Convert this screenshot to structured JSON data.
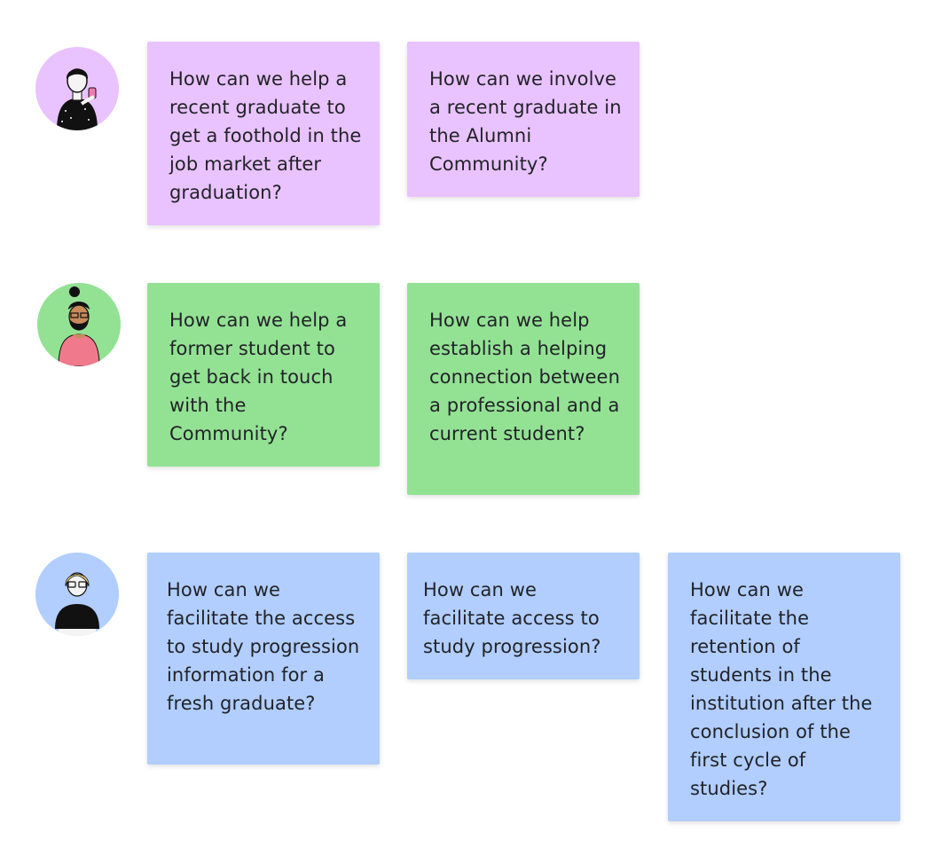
{
  "colors": {
    "row1": "#e9c3ff",
    "row2": "#93e294",
    "row3": "#b1ceff",
    "avatar1": "#e9c3ff",
    "avatar2": "#93e294",
    "avatar3": "#b1ceff"
  },
  "rows": [
    {
      "avatar": "person-with-phone-avatar",
      "notes": [
        "How can we help a recent graduate to get a foothold in the job market after graduation?",
        "How can we involve a recent graduate in the Alumni Community?"
      ]
    },
    {
      "avatar": "bearded-man-avatar",
      "notes": [
        "How can we help a former student to get back in touch with the Community?",
        "How can we help establish a helping connection between a professional and a current student?"
      ]
    },
    {
      "avatar": "woman-with-glasses-avatar",
      "notes": [
        "How can we facilitate the access to study progression information for a fresh graduate?",
        "How can we facilitate access to study progression?",
        "How can we facilitate the retention of students in the institution after the conclusion of the first cycle of studies?"
      ]
    }
  ]
}
